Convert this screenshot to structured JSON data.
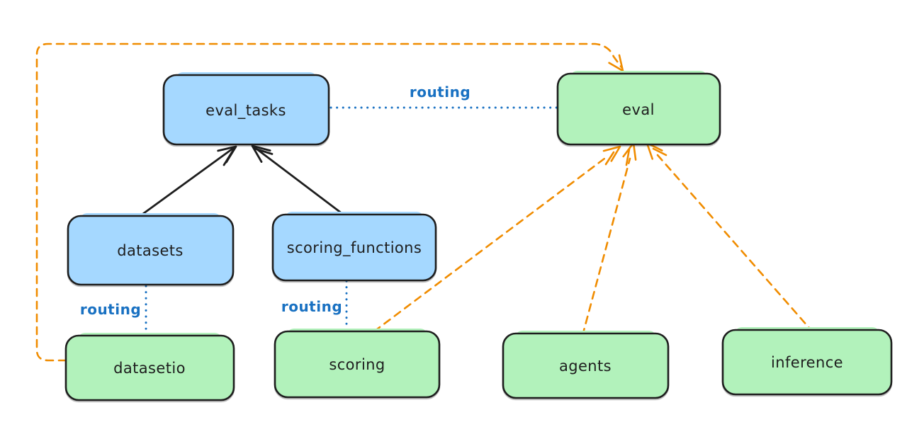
{
  "diagram": {
    "background": "#ffffff",
    "colors": {
      "node_border": "#1e1e1e",
      "node_blue_fill": "#a5d8ff",
      "node_green_fill": "#b2f2bb",
      "arrow_black": "#1e1e1e",
      "arrow_orange": "#f08c00",
      "routing_blue": "#1971c2",
      "label_text": "#1e1e1e"
    },
    "nodes": [
      {
        "id": "eval_tasks",
        "label": "eval_tasks",
        "fill": "#a5d8ff"
      },
      {
        "id": "eval",
        "label": "eval",
        "fill": "#b2f2bb"
      },
      {
        "id": "datasets",
        "label": "datasets",
        "fill": "#a5d8ff"
      },
      {
        "id": "scoring_functions",
        "label": "scoring_functions",
        "fill": "#a5d8ff"
      },
      {
        "id": "datasetio",
        "label": "datasetio",
        "fill": "#b2f2bb"
      },
      {
        "id": "scoring",
        "label": "scoring",
        "fill": "#b2f2bb"
      },
      {
        "id": "agents",
        "label": "agents",
        "fill": "#b2f2bb"
      },
      {
        "id": "inference",
        "label": "inference",
        "fill": "#b2f2bb"
      }
    ],
    "edges": [
      {
        "from": "datasets",
        "to": "eval_tasks",
        "style": "solid",
        "color": "#1e1e1e",
        "label": ""
      },
      {
        "from": "scoring_functions",
        "to": "eval_tasks",
        "style": "solid",
        "color": "#1e1e1e",
        "label": ""
      },
      {
        "from": "eval_tasks",
        "to": "eval",
        "style": "dotted",
        "color": "#1971c2",
        "label": "routing"
      },
      {
        "from": "datasets",
        "to": "datasetio",
        "style": "dotted",
        "color": "#1971c2",
        "label": "routing"
      },
      {
        "from": "scoring_functions",
        "to": "scoring",
        "style": "dotted",
        "color": "#1971c2",
        "label": "routing"
      },
      {
        "from": "datasetio",
        "to": "eval",
        "style": "dashed",
        "color": "#f08c00",
        "label": ""
      },
      {
        "from": "scoring",
        "to": "eval",
        "style": "dashed",
        "color": "#f08c00",
        "label": ""
      },
      {
        "from": "agents",
        "to": "eval",
        "style": "dashed",
        "color": "#f08c00",
        "label": ""
      },
      {
        "from": "inference",
        "to": "eval",
        "style": "dashed",
        "color": "#f08c00",
        "label": ""
      }
    ]
  }
}
